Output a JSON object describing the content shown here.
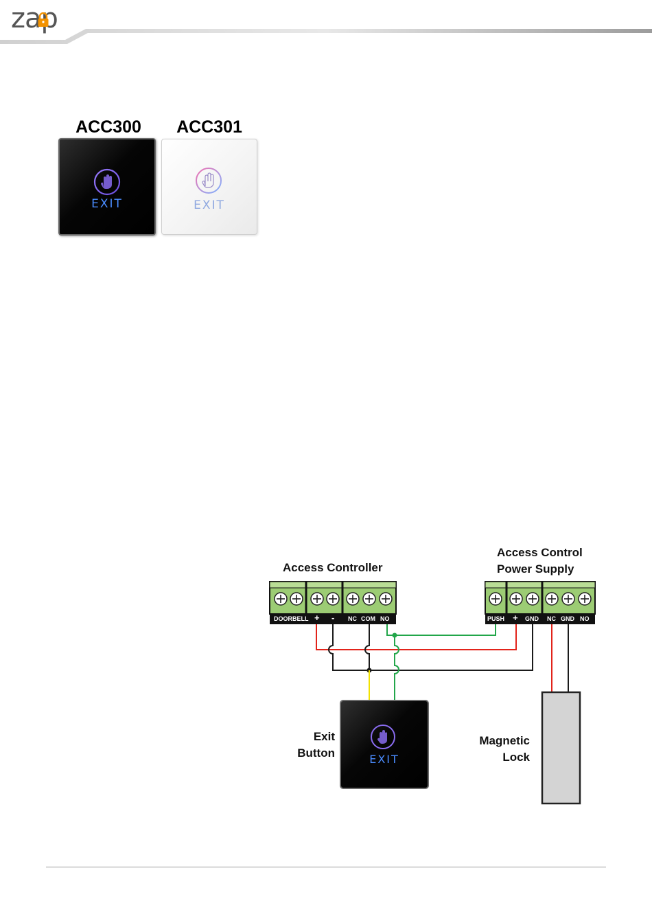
{
  "header": {
    "logo_text": "zap",
    "brand_orange": "#f39200",
    "band_color": "#b5b5b5"
  },
  "products": [
    {
      "model": "ACC300",
      "finish": "black",
      "button_text": "EXIT",
      "icon": "hand-touch-icon"
    },
    {
      "model": "ACC301",
      "finish": "white",
      "button_text": "EXIT",
      "icon": "hand-touch-icon"
    }
  ],
  "diagram": {
    "access_controller": {
      "title": "Access Controller",
      "terminals": [
        "DOOR",
        "BELL",
        "+",
        "-",
        "NC",
        "COM",
        "NO"
      ]
    },
    "power_supply": {
      "title_line1": "Access Control",
      "title_line2": "Power Supply",
      "terminals": [
        "PUSH",
        "+",
        "GND",
        "NC",
        "GND",
        "NO"
      ]
    },
    "exit_button": {
      "label_line1": "Exit",
      "label_line2": "Button",
      "button_text": "EXIT"
    },
    "magnetic_lock": {
      "label_line1": "Magnetic",
      "label_line2": "Lock"
    },
    "wire_colors": {
      "red": "#e2231a",
      "black": "#1a1a1a",
      "green": "#22a64a",
      "yellow": "#f2e200"
    }
  }
}
